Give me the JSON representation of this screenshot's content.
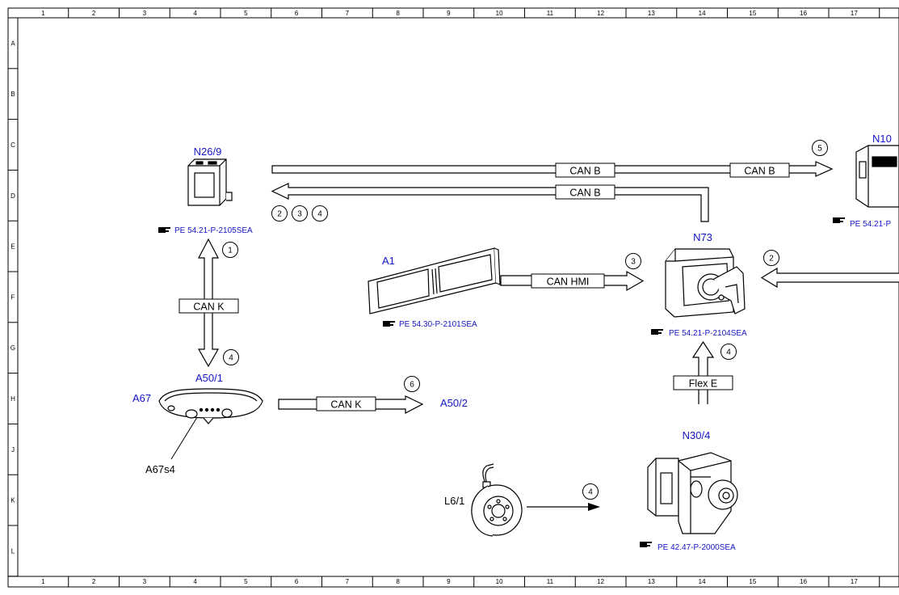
{
  "frame": {
    "columns": [
      "1",
      "2",
      "3",
      "4",
      "5",
      "6",
      "7",
      "8",
      "9",
      "10",
      "11",
      "12",
      "13",
      "14",
      "15",
      "16",
      "17",
      ""
    ],
    "rows": [
      "A",
      "B",
      "C",
      "D",
      "E",
      "F",
      "G",
      "H",
      "J",
      "K",
      "L"
    ]
  },
  "components": {
    "n26_9": {
      "code": "N26/9",
      "ref": "PE 54.21-P-2105SEA"
    },
    "n10": {
      "code": "N10",
      "ref": "PE 54.21-P"
    },
    "a1": {
      "code": "A1",
      "ref": "PE 54.30-P-2101SEA"
    },
    "n73": {
      "code": "N73",
      "ref": "PE 54.21-P-2104SEA"
    },
    "a50_1": {
      "code": "A50/1"
    },
    "a67": {
      "code": "A67"
    },
    "a67s4": {
      "code": "A67s4"
    },
    "a50_2": {
      "code": "A50/2"
    },
    "n30_4": {
      "code": "N30/4",
      "ref": "PE 42.47-P-2000SEA"
    },
    "l6_1": {
      "code": "L6/1"
    }
  },
  "buses": {
    "can_b_top": "CAN B",
    "can_b_right": "CAN B",
    "can_b_return": "CAN B",
    "can_k_vertical": "CAN K",
    "can_hmi": "CAN HMI",
    "can_k_horizontal": "CAN K",
    "flex_e": "Flex E"
  },
  "markers": {
    "m5": "5",
    "m2a": "2",
    "m3a": "3",
    "m4a": "4",
    "m1": "1",
    "m3b": "3",
    "m2b": "2",
    "m4b": "4",
    "m4c": "4",
    "m6": "6",
    "m4d": "4"
  },
  "colors": {
    "code": "#1515c8",
    "line": "#000000"
  }
}
